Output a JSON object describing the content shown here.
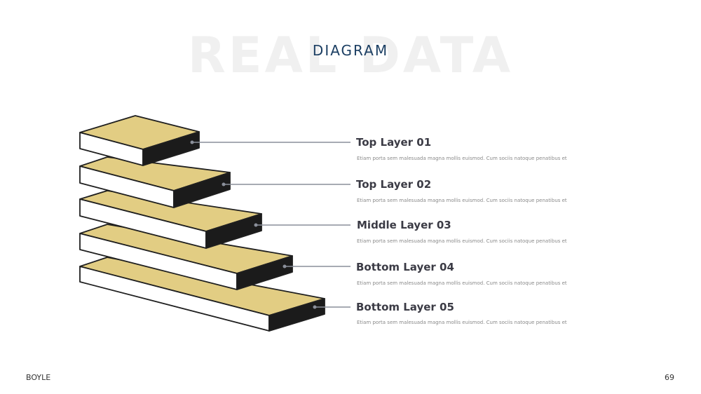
{
  "slide": {
    "watermark": "REAL DATA",
    "title": "DIAGRAM",
    "brand": "BOYLE",
    "page_number": "69"
  },
  "colors": {
    "top_face": "#e2cd83",
    "side_face": "#1b1b1b",
    "front_face": "#ffffff",
    "outline": "#1f1f1f",
    "leader": "#8a8f9a",
    "title": "#1c3f63"
  },
  "layers": [
    {
      "label": "Top Layer 01",
      "description": "Etiam porta sem malesuada magna mollis euismod. Cum sociis natoque penatibus et"
    },
    {
      "label": "Top Layer 02",
      "description": "Etiam porta sem malesuada magna mollis euismod. Cum sociis natoque penatibus et"
    },
    {
      "label": "Middle Layer 03",
      "description": "Etiam porta sem malesuada magna mollis euismod. Cum sociis natoque penatibus et"
    },
    {
      "label": "Bottom Layer 04",
      "description": "Etiam porta sem malesuada magna mollis euismod. Cum sociis natoque penatibus et"
    },
    {
      "label": "Bottom Layer 05",
      "description": "Etiam porta sem malesuada magna mollis euismod. Cum sociis natoque penatibus et"
    }
  ]
}
